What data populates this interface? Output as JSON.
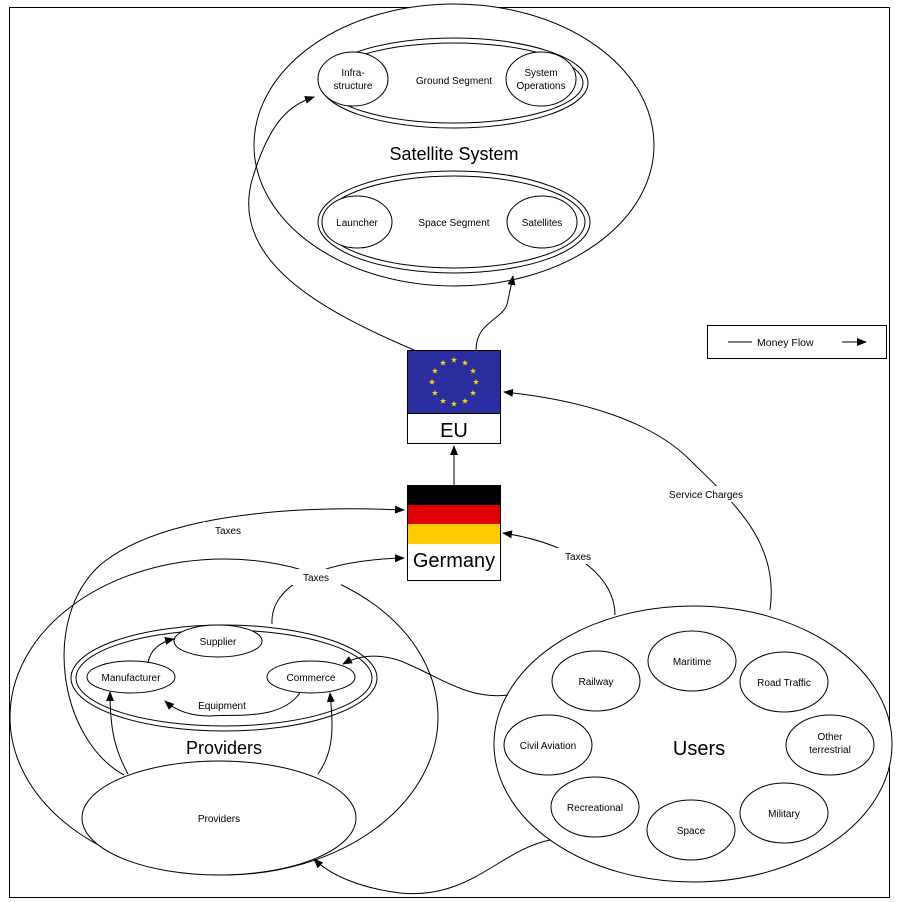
{
  "satellite_system": {
    "title": "Satellite System",
    "ground_segment": {
      "label": "Ground Segment",
      "left_node": [
        "Infra-",
        "structure"
      ],
      "right_node": [
        "System",
        "Operations"
      ]
    },
    "space_segment": {
      "label": "Space Segment",
      "left_node": "Launcher",
      "right_node": "Satellites"
    }
  },
  "legend": {
    "label": "Money Flow"
  },
  "eu": {
    "label": "EU",
    "flag_colors": {
      "blue": "#2a2e9e",
      "stars": "#ffd700"
    }
  },
  "germany": {
    "label": "Germany",
    "flag_colors": {
      "black": "#000000",
      "red": "#e00000",
      "gold": "#ffcc00"
    }
  },
  "providers": {
    "title": "Providers",
    "inner_label": "Providers",
    "equipment": {
      "label": "Equipment",
      "nodes": [
        "Supplier",
        "Manufacturer",
        "Commerce"
      ]
    }
  },
  "users": {
    "title": "Users",
    "nodes": [
      "Maritime",
      "Railway",
      "Road Traffic",
      "Civil Aviation",
      "Other terrestrial",
      "Recreational",
      "Military",
      "Space"
    ]
  },
  "flows": {
    "taxes_providers": "Taxes",
    "taxes_equipment": "Taxes",
    "taxes_users": "Taxes",
    "service_charges": "Service Charges"
  }
}
